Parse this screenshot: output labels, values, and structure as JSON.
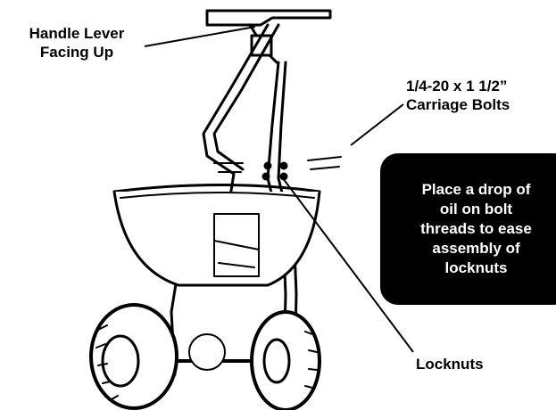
{
  "labels": {
    "handle_line1": "Handle Lever",
    "handle_line2": "Facing Up",
    "bolts_line1": "1/4-20 x 1 1/2”",
    "bolts_line2": "Carriage Bolts",
    "locknuts": "Locknuts"
  },
  "note": {
    "line1": "Place a drop of",
    "line2": "oil on bolt",
    "line3": "threads to ease",
    "line4": "assembly of",
    "line5": "locknuts"
  },
  "colors": {
    "note_bg": "#000000",
    "note_text": "#ffffff",
    "line": "#000000"
  }
}
